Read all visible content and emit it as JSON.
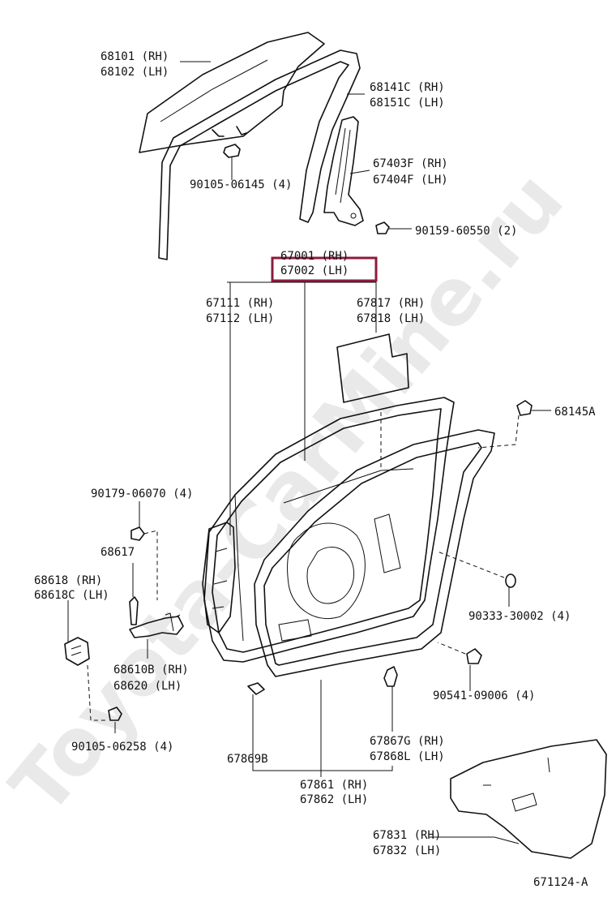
{
  "watermark": "Toyota-CarMine.ru",
  "highlight_color": "#8b1c3c",
  "diagram_code": "671124-A",
  "labels": {
    "p68101": "68101 (RH)",
    "p68102": "68102 (LH)",
    "p68141c": "68141C (RH)",
    "p68151c": "68151C (LH)",
    "p67403f": "67403F (RH)",
    "p67404f": "67404F (LH)",
    "b90105_06145": "90105-06145 (4)",
    "b90159_60550": "90159-60550 (2)",
    "p67001": "67001 (RH)",
    "p67002": "67002 (LH)",
    "p67111": "67111 (RH)",
    "p67112": "67112 (LH)",
    "p67817": "67817 (RH)",
    "p67818": "67818 (LH)",
    "p68145a": "68145A",
    "b90179_06070": "90179-06070 (4)",
    "p68617": "68617",
    "p68618": "68618  (RH)",
    "p68618c": "68618C (LH)",
    "b90333_30002": "90333-30002 (4)",
    "p68610b": "68610B (RH)",
    "p68620": "68620  (LH)",
    "b90541_09006": "90541-09006 (4)",
    "b90105_06258": "90105-06258 (4)",
    "p67867g": "67867G (RH)",
    "p67868l": "67868L (LH)",
    "p67869b": "67869B",
    "p67861": "67861 (RH)",
    "p67862": "67862 (LH)",
    "p67831": "67831 (RH)",
    "p67832": "67832 (LH)"
  }
}
